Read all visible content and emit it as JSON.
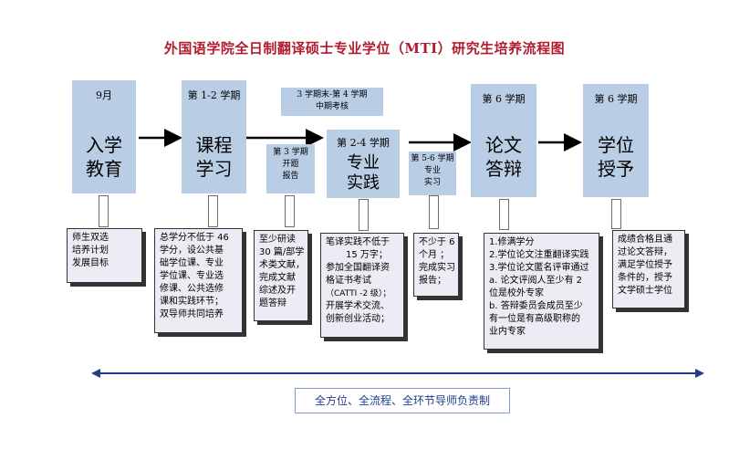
{
  "title": "外国语学院全日制翻译硕士专业学位（MTI）研究生培养流程图",
  "stages": [
    {
      "top": "9月",
      "main": [
        "入学",
        "教育"
      ]
    },
    {
      "top": "第 1-2 学期",
      "main": [
        "课程",
        "学习"
      ]
    },
    {
      "top": "3 学期末-第 4 学期",
      "sub": "中期考核"
    },
    {
      "top": "第 3 学期",
      "sub": [
        "开题",
        "报告"
      ]
    },
    {
      "top": "第 2-4 学期",
      "main": [
        "专业",
        "实践"
      ]
    },
    {
      "top": "第 5-6 学期",
      "sub": [
        "专业",
        "实习"
      ]
    },
    {
      "top": "第 6 学期",
      "main": [
        "论文",
        "答辩"
      ]
    },
    {
      "top": "第 6 学期",
      "main": [
        "学位",
        "授予"
      ]
    }
  ],
  "details": [
    [
      "师生双选",
      "培养计划",
      "发展目标"
    ],
    [
      "总学分不低于 46",
      "学分，设公共基",
      "础学位课、专业",
      "学位课、专业选",
      "修课、公共选修",
      "课和实践环节；",
      "双导师共同培养"
    ],
    [
      "至少研读",
      "30 篇/部学",
      "术类文献，",
      "完成文献",
      "综述及开",
      "题答辩"
    ],
    [
      "笔译实践不低于",
      "15 万字；",
      "参加全国翻译资",
      "格证书考试",
      "（CATTI -2 级）；",
      "开展学术交流、",
      "创新创业活动；"
    ],
    [
      "不少于 6",
      "个月 ；",
      "完成实习",
      "报告；"
    ],
    [
      "1.修满学分",
      "2.学位论文注重翻译实践",
      "3.学位论文匿名评审通过",
      "a. 论文评阅人至少有 2",
      "位是校外专家",
      "b. 答辩委员会成员至少",
      "有一位是有高级职称的",
      "业内专家"
    ],
    [
      "成绩合格且通",
      "过论文答辩，",
      "满足学位授予",
      "条件的，授予",
      "文学硕士学位"
    ]
  ],
  "footer": "全方位、全流程、全环节导师负责制",
  "colors": {
    "stage_fill": "#b9cde5",
    "title": "#b01c2e",
    "arrow": "#1f3d8a",
    "detail_fill": "#edebf4"
  }
}
